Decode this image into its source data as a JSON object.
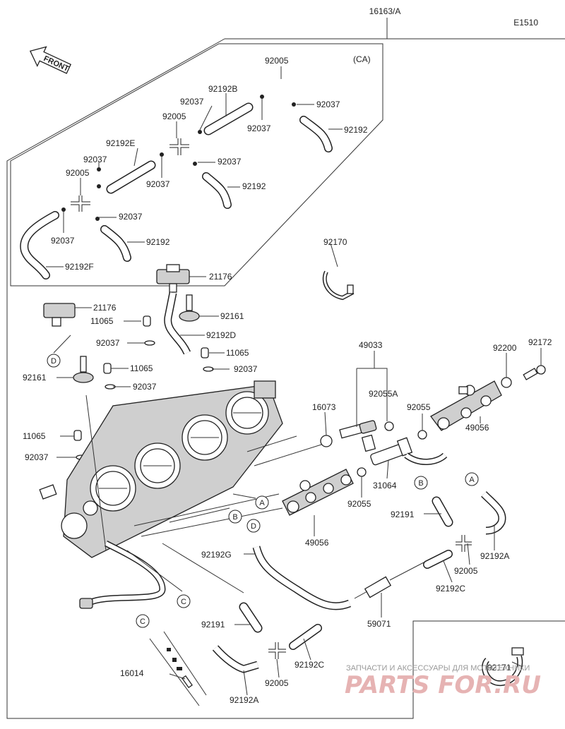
{
  "header": {
    "main_ref": "16163/A",
    "diagram_code": "E1510"
  },
  "front_label": "FRONT",
  "ca_box": {
    "label": "(CA)"
  },
  "callouts": [
    {
      "id": "c01",
      "text": "92005"
    },
    {
      "id": "c02",
      "text": "92192B"
    },
    {
      "id": "c03",
      "text": "92037"
    },
    {
      "id": "c04",
      "text": "92037"
    },
    {
      "id": "c05",
      "text": "92037"
    },
    {
      "id": "c06",
      "text": "92192"
    },
    {
      "id": "c07",
      "text": "92005"
    },
    {
      "id": "c08",
      "text": "92192E"
    },
    {
      "id": "c09",
      "text": "92037"
    },
    {
      "id": "c10",
      "text": "92037"
    },
    {
      "id": "c11",
      "text": "92037"
    },
    {
      "id": "c12",
      "text": "92005"
    },
    {
      "id": "c13",
      "text": "92192"
    },
    {
      "id": "c14",
      "text": "92037"
    },
    {
      "id": "c15",
      "text": "92037"
    },
    {
      "id": "c16",
      "text": "92192"
    },
    {
      "id": "c17",
      "text": "92192F"
    },
    {
      "id": "c18",
      "text": "92170"
    },
    {
      "id": "c19",
      "text": "21176"
    },
    {
      "id": "c20",
      "text": "21176"
    },
    {
      "id": "c21",
      "text": "92161"
    },
    {
      "id": "c22",
      "text": "11065"
    },
    {
      "id": "c23",
      "text": "92192D"
    },
    {
      "id": "c24",
      "text": "92037"
    },
    {
      "id": "c25",
      "text": "11065"
    },
    {
      "id": "c26",
      "text": "92037"
    },
    {
      "id": "c27",
      "text": "92161"
    },
    {
      "id": "c28",
      "text": "11065"
    },
    {
      "id": "c29",
      "text": "92037"
    },
    {
      "id": "c30",
      "text": "49033"
    },
    {
      "id": "c31",
      "text": "92200"
    },
    {
      "id": "c32",
      "text": "92172"
    },
    {
      "id": "c33",
      "text": "92055A"
    },
    {
      "id": "c34",
      "text": "16073"
    },
    {
      "id": "c35",
      "text": "92055"
    },
    {
      "id": "c36",
      "text": "11065"
    },
    {
      "id": "c37",
      "text": "92037"
    },
    {
      "id": "c38",
      "text": "49056"
    },
    {
      "id": "c39",
      "text": "31064"
    },
    {
      "id": "c40",
      "text": "92055"
    },
    {
      "id": "c41",
      "text": "92191"
    },
    {
      "id": "c42",
      "text": "49056"
    },
    {
      "id": "c43",
      "text": "92192G"
    },
    {
      "id": "c44",
      "text": "92005"
    },
    {
      "id": "c45",
      "text": "92192A"
    },
    {
      "id": "c46",
      "text": "92192C"
    },
    {
      "id": "c47",
      "text": "59071"
    },
    {
      "id": "c48",
      "text": "92191"
    },
    {
      "id": "c49",
      "text": "92192C"
    },
    {
      "id": "c50",
      "text": "16014"
    },
    {
      "id": "c51",
      "text": "92005"
    },
    {
      "id": "c52",
      "text": "92192A"
    },
    {
      "id": "c53",
      "text": "92171"
    }
  ],
  "markers": [
    {
      "id": "m1",
      "text": "D"
    },
    {
      "id": "m2",
      "text": "A"
    },
    {
      "id": "m3",
      "text": "B"
    },
    {
      "id": "m4",
      "text": "D"
    },
    {
      "id": "m5",
      "text": "C"
    },
    {
      "id": "m6",
      "text": "B"
    },
    {
      "id": "m7",
      "text": "A"
    },
    {
      "id": "m8",
      "text": "C"
    }
  ],
  "watermark": {
    "top_text": "ЗАПЧАСТИ И АКСЕССУАРЫ ДЛЯ МОТОТЕХНИКИ",
    "brand": "PARTS FOR.RU"
  }
}
